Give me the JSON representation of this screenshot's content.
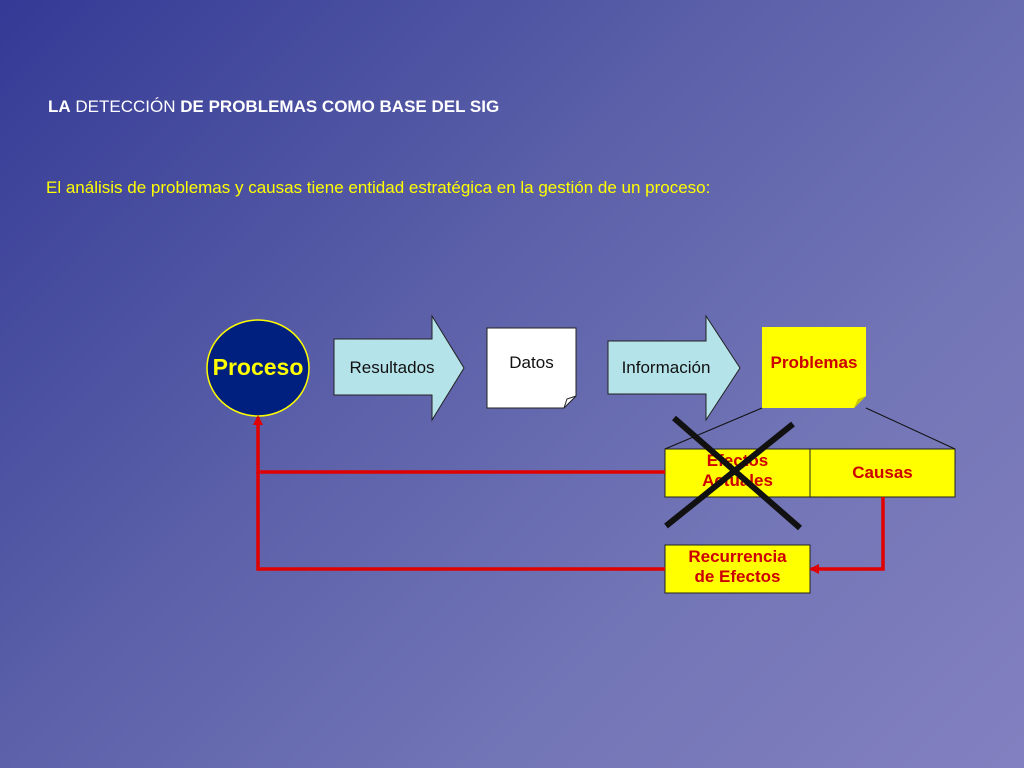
{
  "title": {
    "part1": "LA",
    "part2": " DETECCIÓN ",
    "part3": "DE PROBLEMAS COMO BASE DEL SIG"
  },
  "subtitle": "El análisis de problemas y causas tiene entidad estratégica en la gestión de un proceso:",
  "nodes": {
    "proceso": "Proceso",
    "resultados": "Resultados",
    "datos": "Datos",
    "informacion": "Información",
    "problemas": "Problemas",
    "efectos_line1": "Efectos",
    "efectos_line2": "Actuales",
    "causas": "Causas",
    "recurrencia_line1": "Recurrencia",
    "recurrencia_line2": "de Efectos"
  },
  "colors": {
    "proceso_fill": "#002080",
    "proceso_text": "#ffff00",
    "arrow_fill": "#b5e3ea",
    "problemas_fill": "#ffff00",
    "problemas_text": "#cc0000",
    "feedback_line": "#e00000",
    "cross": "#111111"
  }
}
